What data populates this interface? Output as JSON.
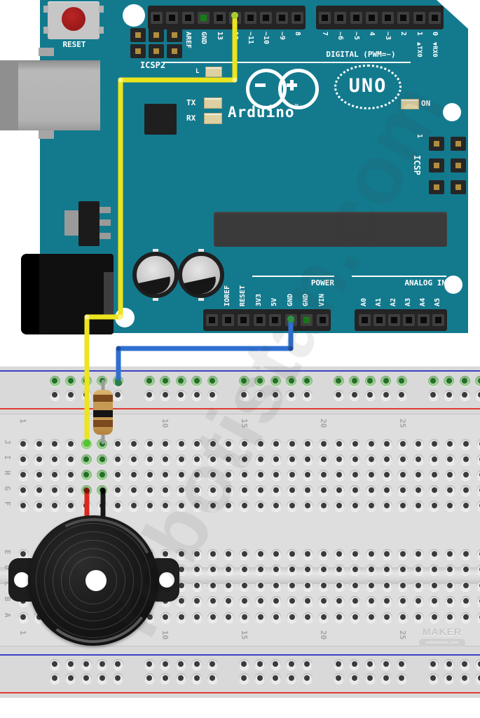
{
  "watermark": {
    "text": "robotistan.com"
  },
  "maker_badge": {
    "title": "MAKER",
    "subtitle": "robotistan.com"
  },
  "arduino": {
    "reset_label": "RESET",
    "icsp2_label": "ICSP2",
    "icsp_label": "ICSP",
    "icsp_pin1": "1",
    "digital_caption": "DIGITAL (PWM=~)",
    "led_l": "L",
    "led_tx": "TX",
    "led_rx": "RX",
    "led_on": "ON",
    "brand": "Arduino",
    "brand_tm": "™",
    "model": "UNO",
    "logo_minus": "−",
    "logo_plus": "+",
    "power_caption": "POWER",
    "analog_caption": "ANALOG IN",
    "digital_pins_left": [
      "AREF",
      "GND",
      "13",
      "12",
      "~11",
      "~10",
      "~9",
      "8"
    ],
    "digital_pins_right": [
      "7",
      "~6",
      "~5",
      "4",
      "~3",
      "2",
      "1",
      "0"
    ],
    "serial_tx": "▲TX0",
    "serial_rx": "▼RX0",
    "power_pins": [
      "IOREF",
      "RESET",
      "3V3",
      "5V",
      "GND",
      "GND",
      "VIN"
    ],
    "analog_pins": [
      "A0",
      "A1",
      "A2",
      "A3",
      "A4",
      "A5"
    ]
  },
  "breadboard": {
    "row_letters_top": [
      "J",
      "I",
      "H",
      "G",
      "F"
    ],
    "row_letters_bottom": [
      "E",
      "D",
      "C",
      "B",
      "A"
    ],
    "column_numbers": [
      {
        "label": "1",
        "col": 0
      },
      {
        "label": "10",
        "col": 9
      },
      {
        "label": "15",
        "col": 14
      },
      {
        "label": "20",
        "col": 19
      },
      {
        "label": "25",
        "col": 24
      }
    ]
  },
  "circuit": {
    "wires": [
      {
        "name": "signal wire",
        "color": "#ece41f",
        "from": "Arduino digital pin 12",
        "to": "breadboard column 5 row J"
      },
      {
        "name": "ground wire",
        "color": "#2e6fd0",
        "from": "Arduino POWER GND pin",
        "to": "breadboard top rail (blue row)"
      },
      {
        "name": "buzzer positive lead",
        "color": "#da291c",
        "from": "breadboard column 5 row G",
        "to": "piezo buzzer"
      },
      {
        "name": "buzzer negative lead",
        "color": "#181818",
        "from": "breadboard column 6 row G",
        "to": "piezo buzzer"
      }
    ],
    "components": [
      {
        "name": "resistor",
        "bands": [
          "brown",
          "black",
          "brown"
        ],
        "from": "breadboard top rail",
        "to": "breadboard column 6 row J"
      },
      {
        "name": "piezo buzzer",
        "color": "#1a1a1a"
      }
    ]
  },
  "colors": {
    "board_teal": "#137a8e",
    "header_dark": "#242424",
    "pin_black": "#0a0a0a",
    "pin_green": "#157d15",
    "silk_white": "#ffffff",
    "breadboard_body": "#d9d9d9",
    "rail_blue_line": "#3d42c4",
    "rail_red_line": "#e03c31",
    "hole_green_ring": "#9ccf92",
    "wire_yellow": "#ece41f",
    "wire_blue": "#2e6fd0",
    "wire_red": "#da291c",
    "wire_black": "#181818",
    "resistor_body": "#c79a53",
    "reset_button_red": "#a51d1d",
    "usb_gray": "#b2b2b2",
    "jack_black": "#101010"
  }
}
